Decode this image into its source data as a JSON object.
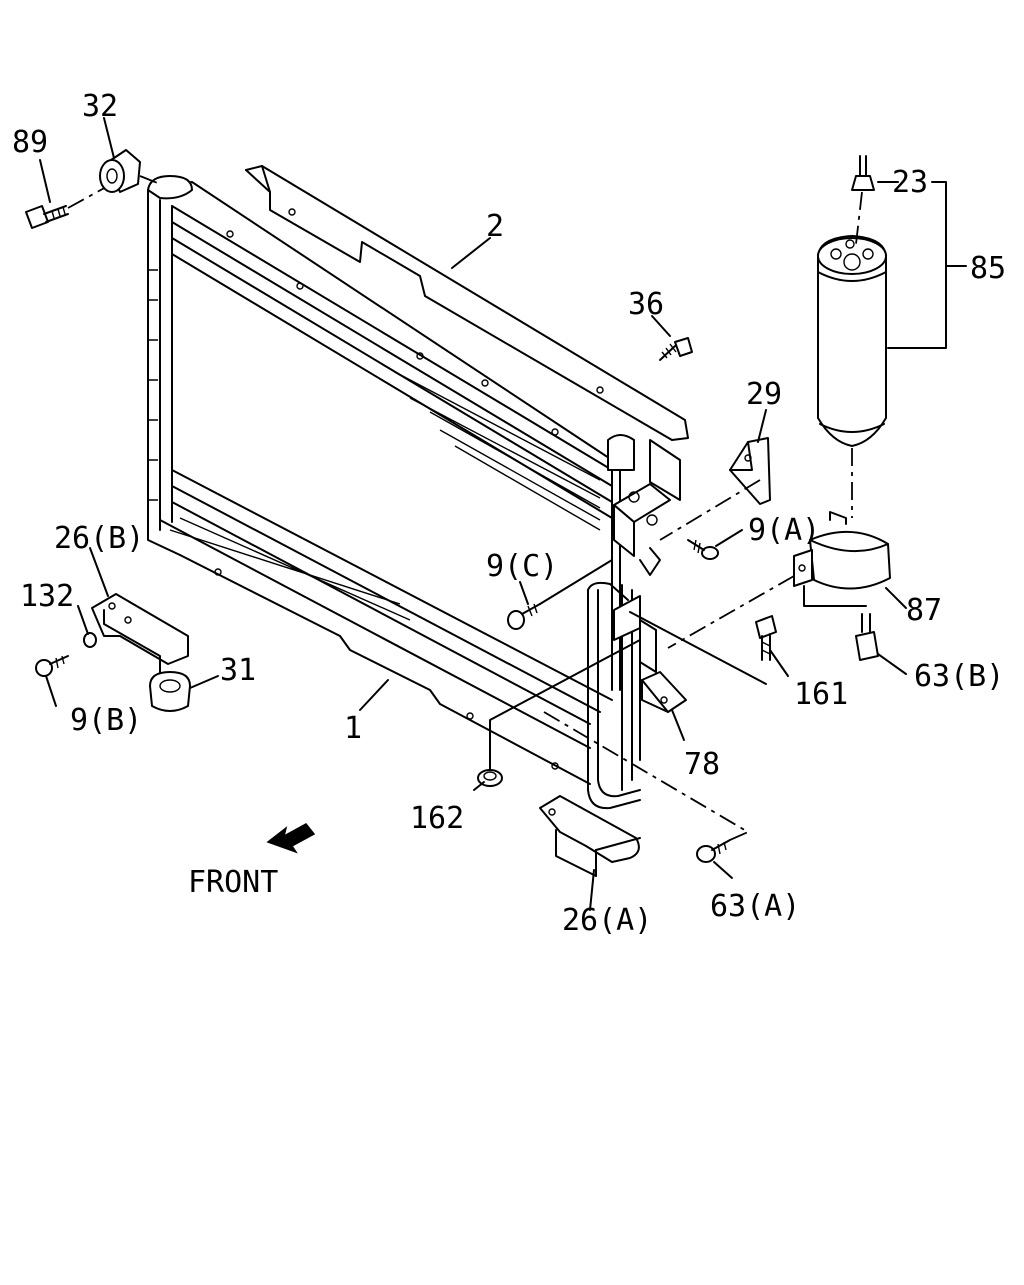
{
  "labels": {
    "p1": "1",
    "p2": "2",
    "p9a": "9(A)",
    "p9b": "9(B)",
    "p9c": "9(C)",
    "p23": "23",
    "p26a": "26(A)",
    "p26b": "26(B)",
    "p29": "29",
    "p31": "31",
    "p32": "32",
    "p36": "36",
    "p63a": "63(A)",
    "p63b": "63(B)",
    "p78": "78",
    "p85": "85",
    "p87": "87",
    "p89": "89",
    "p132": "132",
    "p161": "161",
    "p162": "162",
    "front": "FRONT"
  }
}
